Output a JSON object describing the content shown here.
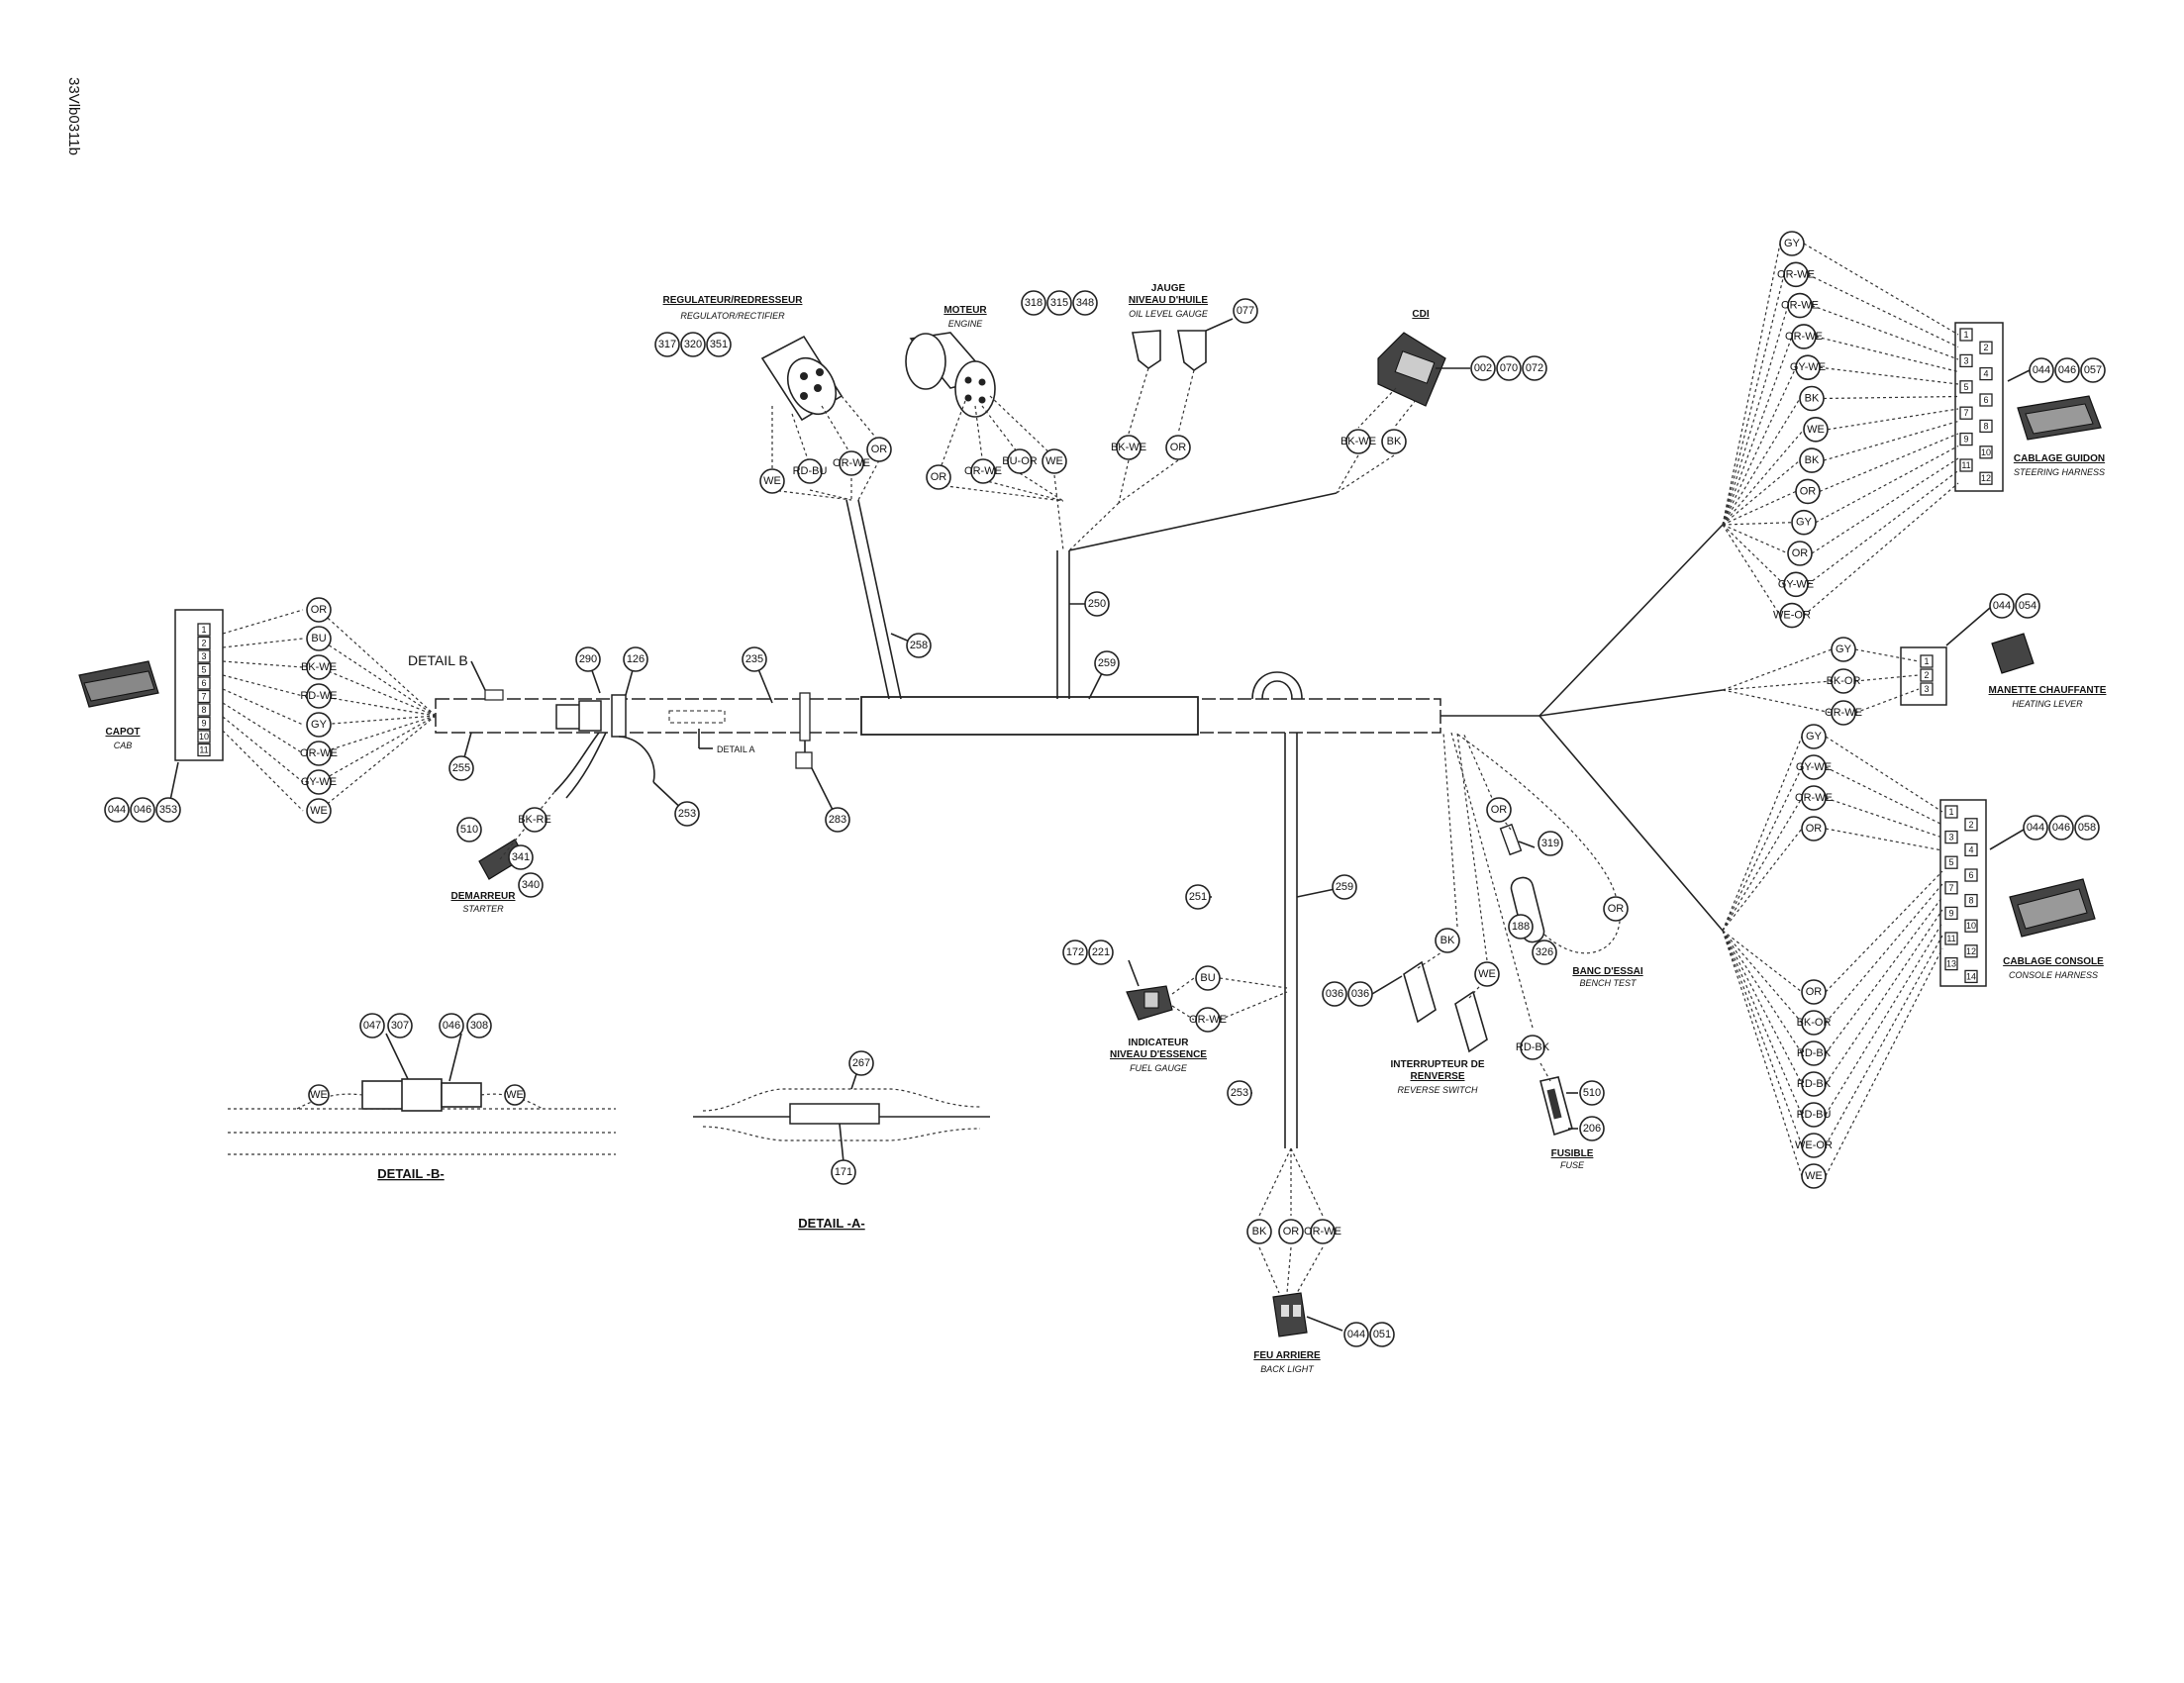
{
  "drawing_id": "33Vlb0311b",
  "components": {
    "cab": {
      "fr": "CAPOT",
      "en": "CAB",
      "refs": [
        "044",
        "046",
        "353"
      ]
    },
    "starter": {
      "fr": "DEMARREUR",
      "en": "STARTER",
      "refs": [
        "510",
        "341",
        "340"
      ],
      "wire": "BK-RE"
    },
    "regulator": {
      "fr": "REGULATEUR/REDRESSEUR",
      "en": "REGULATOR/RECTIFIER",
      "refs": [
        "317",
        "320",
        "351"
      ],
      "wires": [
        "WE",
        "RD-BU",
        "OR-WE",
        "OR"
      ]
    },
    "engine": {
      "fr": "MOTEUR",
      "en": "ENGINE",
      "refs": [
        "318",
        "315",
        "348"
      ],
      "wires": [
        "OR",
        "OR-WE",
        "BU-OR",
        "WE"
      ]
    },
    "oil_gauge": {
      "fr_line1": "JAUGE",
      "fr_line2": "NIVEAU D'HUILE",
      "en": "OIL LEVEL GAUGE",
      "refs": [
        "077"
      ],
      "wires": [
        "BK-WE",
        "OR"
      ]
    },
    "cdi": {
      "fr": "CDI",
      "refs": [
        "002",
        "070",
        "072"
      ],
      "wires": [
        "BK-WE",
        "BK"
      ]
    },
    "steering": {
      "fr": "CABLAGE GUIDON",
      "en": "STEERING HARNESS",
      "refs": [
        "044",
        "046",
        "057"
      ],
      "pins": [
        "1",
        "2",
        "3",
        "4",
        "5",
        "6",
        "7",
        "8",
        "9",
        "10",
        "11",
        "12"
      ]
    },
    "heating": {
      "fr": "MANETTE CHAUFFANTE",
      "en": "HEATING LEVER",
      "refs": [
        "044",
        "054"
      ],
      "pins": [
        "1",
        "2",
        "3"
      ],
      "wires": [
        "GY",
        "BK-OR",
        "OR-WE"
      ]
    },
    "console": {
      "fr": "CABLAGE CONSOLE",
      "en": "CONSOLE HARNESS",
      "refs": [
        "044",
        "046",
        "058"
      ],
      "pins": [
        "1",
        "2",
        "3",
        "4",
        "5",
        "6",
        "7",
        "8",
        "9",
        "10",
        "11",
        "12",
        "13",
        "14"
      ]
    },
    "fuel": {
      "fr_line1": "INDICATEUR",
      "fr_line2": "NIVEAU D'ESSENCE",
      "en": "FUEL GAUGE",
      "refs": [
        "172",
        "221"
      ],
      "wires": [
        "BU",
        "OR-WE"
      ]
    },
    "reverse": {
      "fr_line1": "INTERRUPTEUR DE",
      "fr_line2": "RENVERSE",
      "en": "REVERSE SWITCH",
      "refs": [
        "036",
        "036"
      ],
      "wires": [
        "BK",
        "WE"
      ]
    },
    "bench": {
      "fr": "BANC D'ESSAI",
      "en": "BENCH TEST",
      "refs": [
        "319",
        "188",
        "326"
      ],
      "wires": [
        "OR",
        "OR"
      ]
    },
    "fuse": {
      "fr": "FUSIBLE",
      "en": "FUSE",
      "refs": [
        "510",
        "206"
      ],
      "wire": "RD-BK"
    },
    "backlight": {
      "fr": "FEU ARRIERE",
      "en": "BACK LIGHT",
      "refs": [
        "044",
        "051"
      ],
      "wires": [
        "BK",
        "OR",
        "OR-WE"
      ]
    }
  },
  "cab_pins": [
    "1",
    "2",
    "3",
    "5",
    "6",
    "7",
    "8",
    "9",
    "10",
    "11"
  ],
  "cab_wires": [
    "OR",
    "BU",
    "BK-WE",
    "RD-WE",
    "GY",
    "OR-WE",
    "GY-WE",
    "WE"
  ],
  "steering_wires": [
    "GY",
    "OR-WE",
    "OR-WE",
    "OR-WE",
    "GY-WE",
    "BK",
    "WE",
    "BK",
    "OR",
    "GY",
    "OR",
    "GY-WE",
    "WE-OR"
  ],
  "console_wires_top": [
    "GY",
    "GY-WE",
    "OR-WE",
    "OR"
  ],
  "console_wires_bottom": [
    "OR",
    "BK-OR",
    "RD-BK",
    "RD-BK",
    "RD-BU",
    "WE-OR",
    "WE"
  ],
  "callouts": {
    "detail_b": "DETAIL B",
    "detail_a": "DETAIL A",
    "detail_b_title": "DETAIL -B-",
    "detail_a_title": "DETAIL -A-"
  },
  "harness_refs": [
    "290",
    "126",
    "235",
    "255",
    "253",
    "283",
    "258",
    "250",
    "259",
    "251",
    "259",
    "253"
  ],
  "detail_b_refs": [
    "047",
    "307",
    "046",
    "308"
  ],
  "detail_b_wires": [
    "WE",
    "WE"
  ],
  "detail_a_refs": [
    "267",
    "171"
  ]
}
